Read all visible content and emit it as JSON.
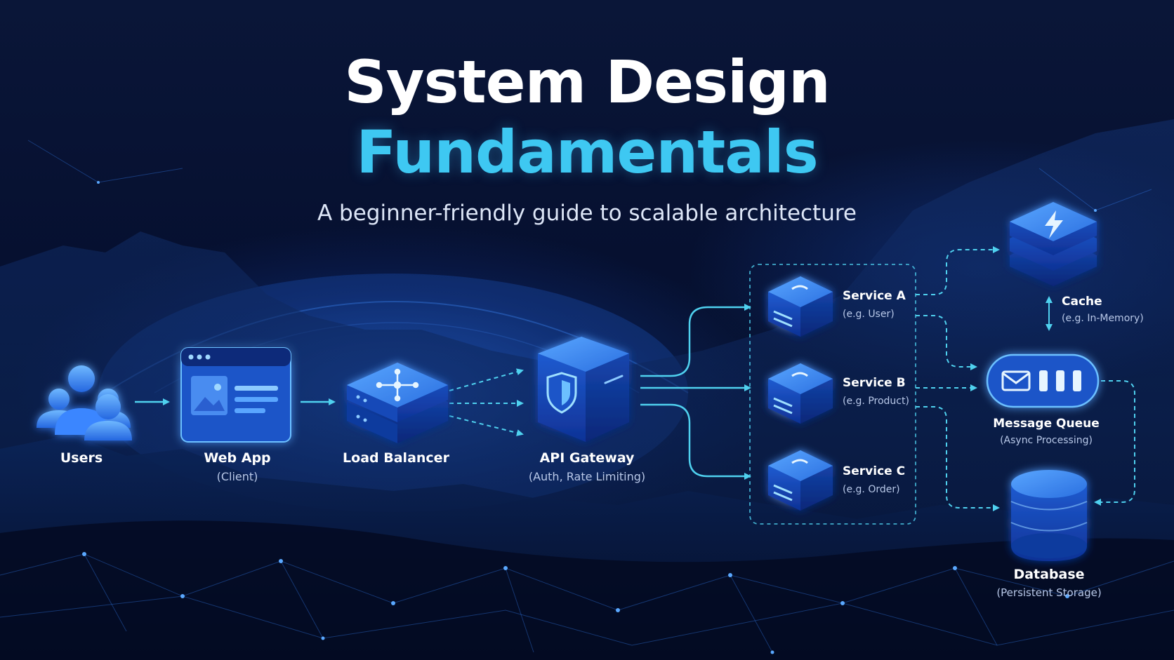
{
  "title_line1": "System Design",
  "title_line2": "Fundamentals",
  "subtitle": "A beginner-friendly guide to scalable architecture",
  "colors": {
    "accent_cyan": "#3ec8f2",
    "node_blue": "#2a6fe0",
    "arrow": "#4fd1ef"
  },
  "nodes": {
    "users": {
      "label": "Users",
      "icon": "users-icon"
    },
    "web_app": {
      "label": "Web App",
      "sub": "(Client)",
      "icon": "browser-window-icon"
    },
    "load_balancer": {
      "label": "Load Balancer",
      "icon": "server-stack-icon"
    },
    "api_gateway": {
      "label": "API Gateway",
      "sub": "(Auth, Rate Limiting)",
      "icon": "shield-icon"
    },
    "service_a": {
      "label": "Service A",
      "sub": "(e.g. User)",
      "icon": "service-cube-icon"
    },
    "service_b": {
      "label": "Service B",
      "sub": "(e.g. Product)",
      "icon": "service-cube-icon"
    },
    "service_c": {
      "label": "Service C",
      "sub": "(e.g. Order)",
      "icon": "service-cube-icon"
    },
    "cache": {
      "label": "Cache",
      "sub": "(e.g. In-Memory)",
      "icon": "lightning-stack-icon"
    },
    "message_queue": {
      "label": "Message Queue",
      "sub": "(Async Processing)",
      "icon": "envelope-queue-icon"
    },
    "database": {
      "label": "Database",
      "sub": "(Persistent Storage)",
      "icon": "database-cylinder-icon"
    }
  }
}
